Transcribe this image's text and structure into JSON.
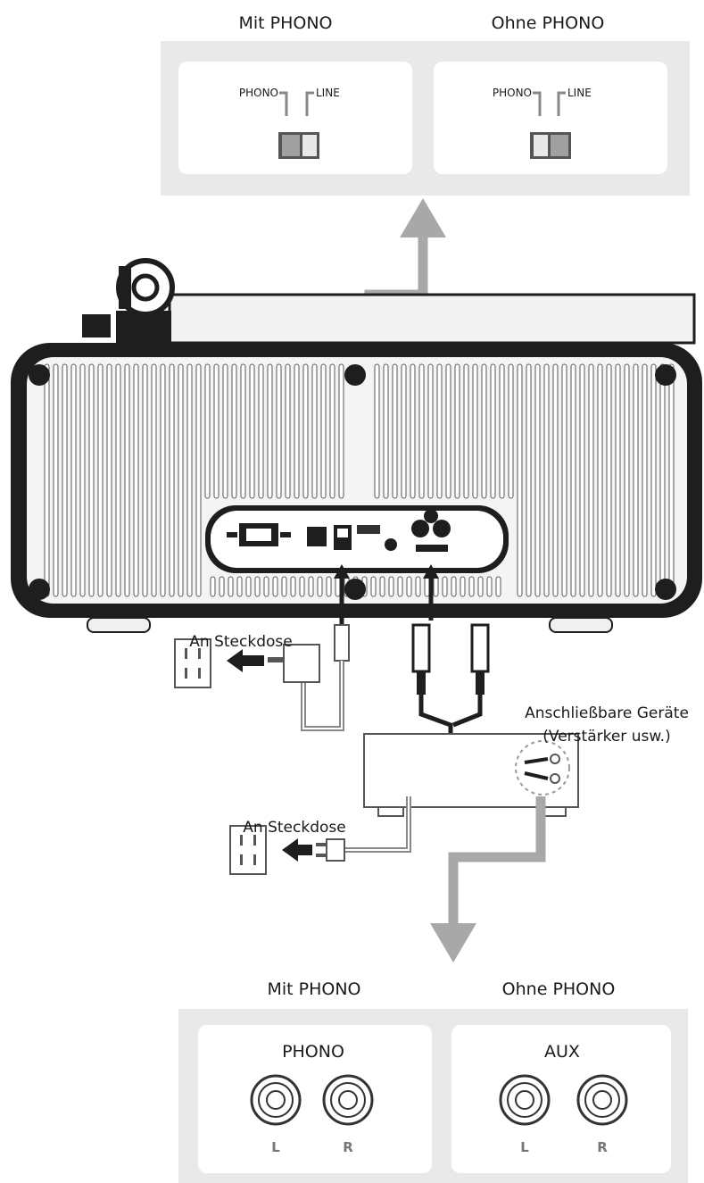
{
  "top_panel": {
    "left_title": "Mit PHONO",
    "right_title": "Ohne PHONO",
    "switch_phono": "PHONO",
    "switch_line": "LINE"
  },
  "left_outlet_label": "An Steckdose",
  "amp_outlet_label": "An Steckdose",
  "device_label_line1": "Anschließbare Geräte",
  "device_label_line2": "(Verstärker usw.)",
  "bottom_panel": {
    "left_title": "Mit PHONO",
    "right_title": "Ohne PHONO",
    "left_input_label": "PHONO",
    "right_input_label": "AUX",
    "channel_l": "L",
    "channel_r": "R"
  },
  "colors": {
    "panel_outer": "#e9e9e9",
    "panel_inner": "#ffffff",
    "arrow_gray": "#a8a8a8",
    "body_dark": "#1e1e1e",
    "grille": "#bdbdbd"
  }
}
